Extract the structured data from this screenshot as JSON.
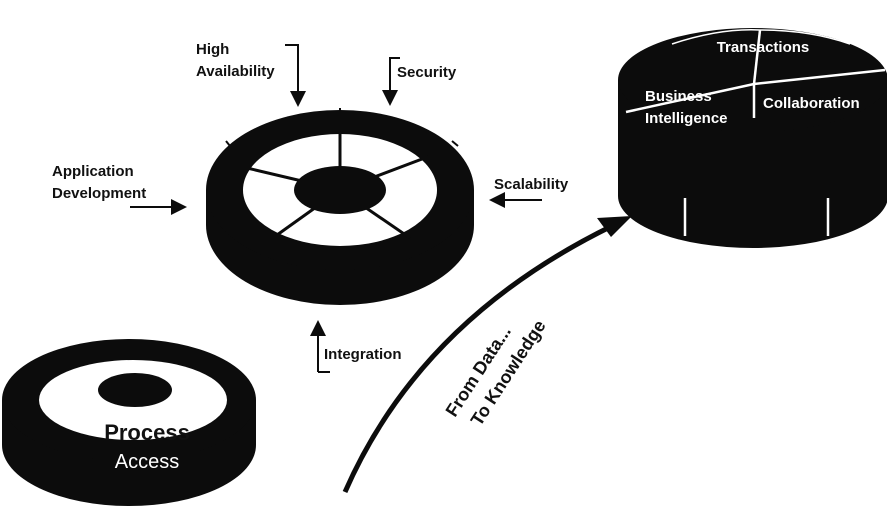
{
  "colors": {
    "ink": "#0c0c0c",
    "paper": "#ffffff"
  },
  "left_disk": {
    "title": "Process",
    "subtitle": "Access"
  },
  "center_wheel": {
    "inputs": [
      {
        "line1": "High",
        "line2": "Availability"
      },
      {
        "line1": "Security"
      },
      {
        "line1": "Application",
        "line2": "Development"
      },
      {
        "line1": "Scalability"
      },
      {
        "line1": "Integration"
      }
    ]
  },
  "right_cylinder": {
    "segments": [
      {
        "label": "Transactions"
      },
      {
        "line1": "Business",
        "line2": "Intelligence"
      },
      {
        "label": "Collaboration"
      }
    ]
  },
  "progress_arrow": {
    "line1": "From Data...",
    "line2": "To Knowledge"
  }
}
